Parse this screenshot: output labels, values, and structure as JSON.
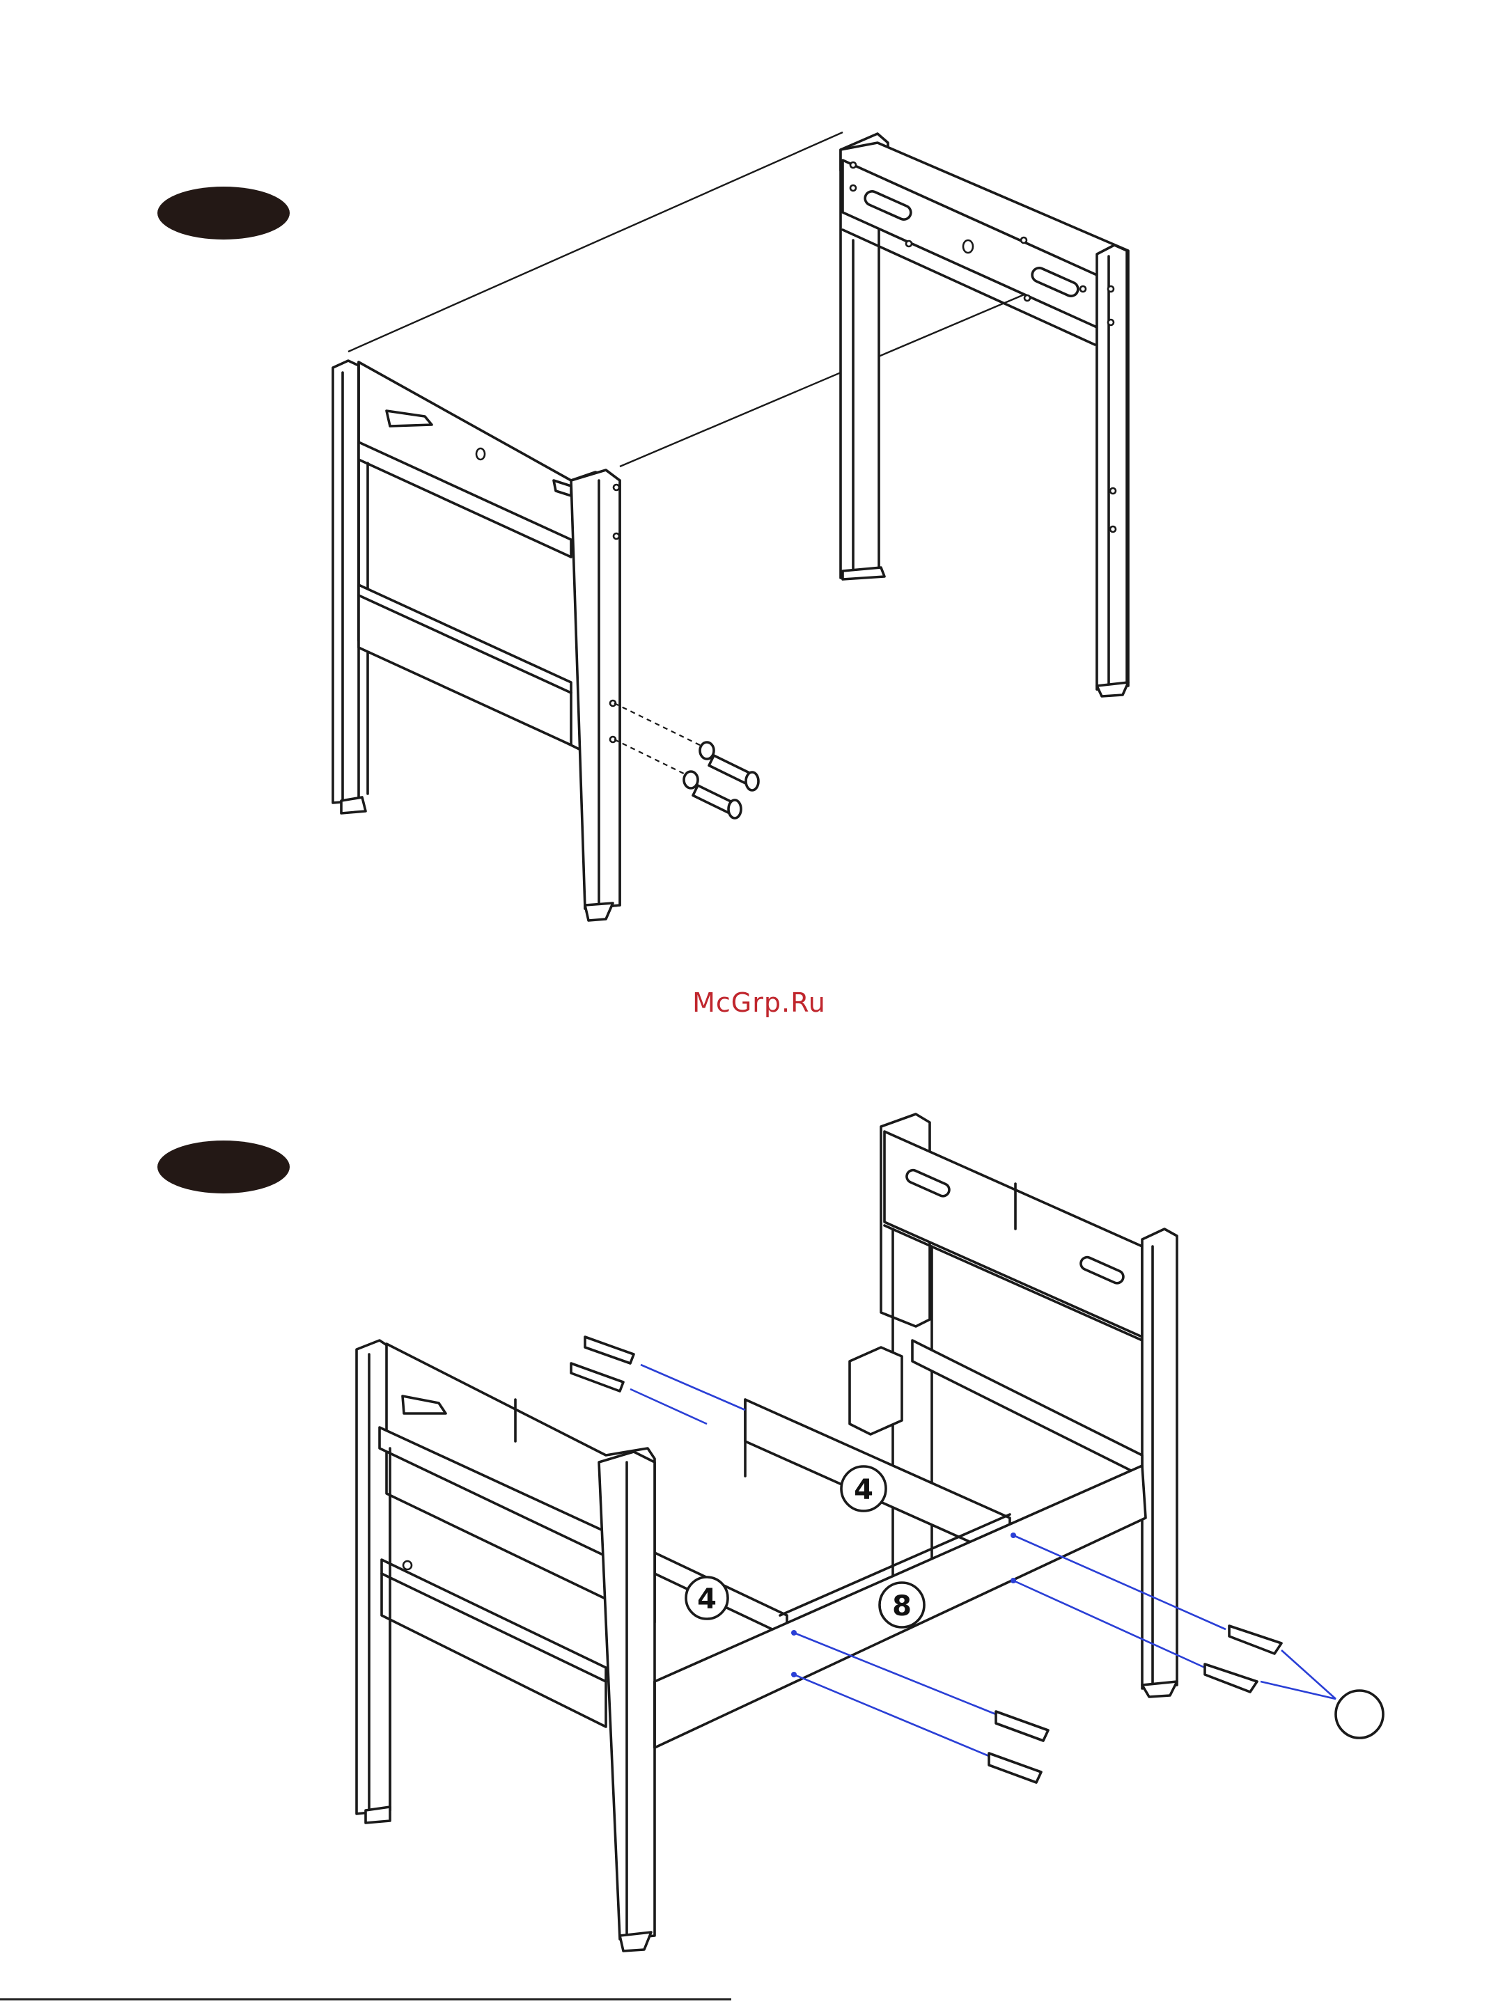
{
  "watermark": {
    "text": "McGrp.Ru",
    "color": "#c0262d"
  },
  "steps": [
    {
      "badge_color": "#231815"
    },
    {
      "badge_color": "#231815"
    }
  ],
  "part_labels": [
    {
      "text": "4"
    },
    {
      "text": "4"
    },
    {
      "text": "8"
    }
  ],
  "colors": {
    "line": "#1a1a1a",
    "guide_line": "#2a3fd6",
    "background": "#ffffff"
  }
}
